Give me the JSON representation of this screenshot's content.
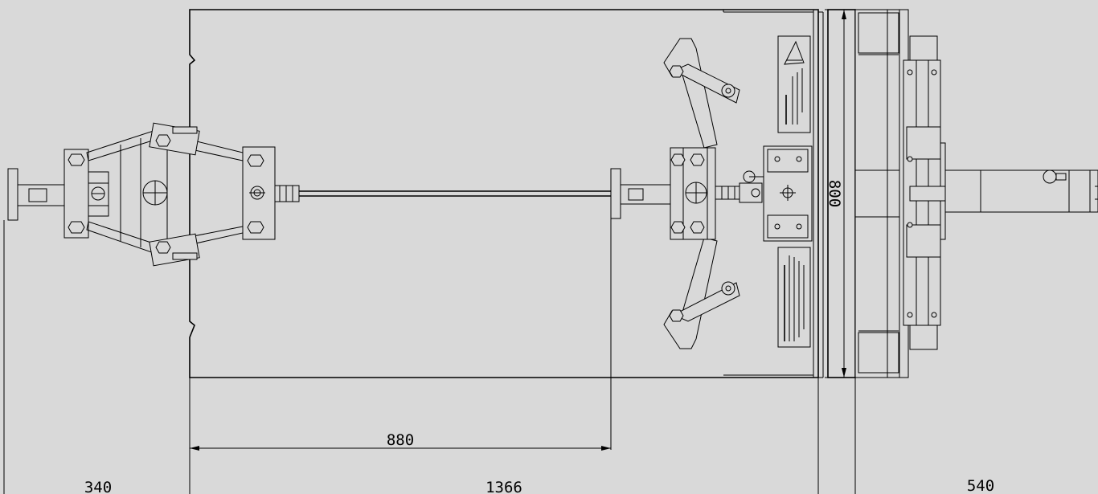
{
  "background": "#d9d9d9",
  "line_color": "#000000",
  "dimensions": {
    "left_overhang": "340",
    "base_length": "1366",
    "inner_length": "880",
    "base_width": "800",
    "right_unit": "540"
  }
}
